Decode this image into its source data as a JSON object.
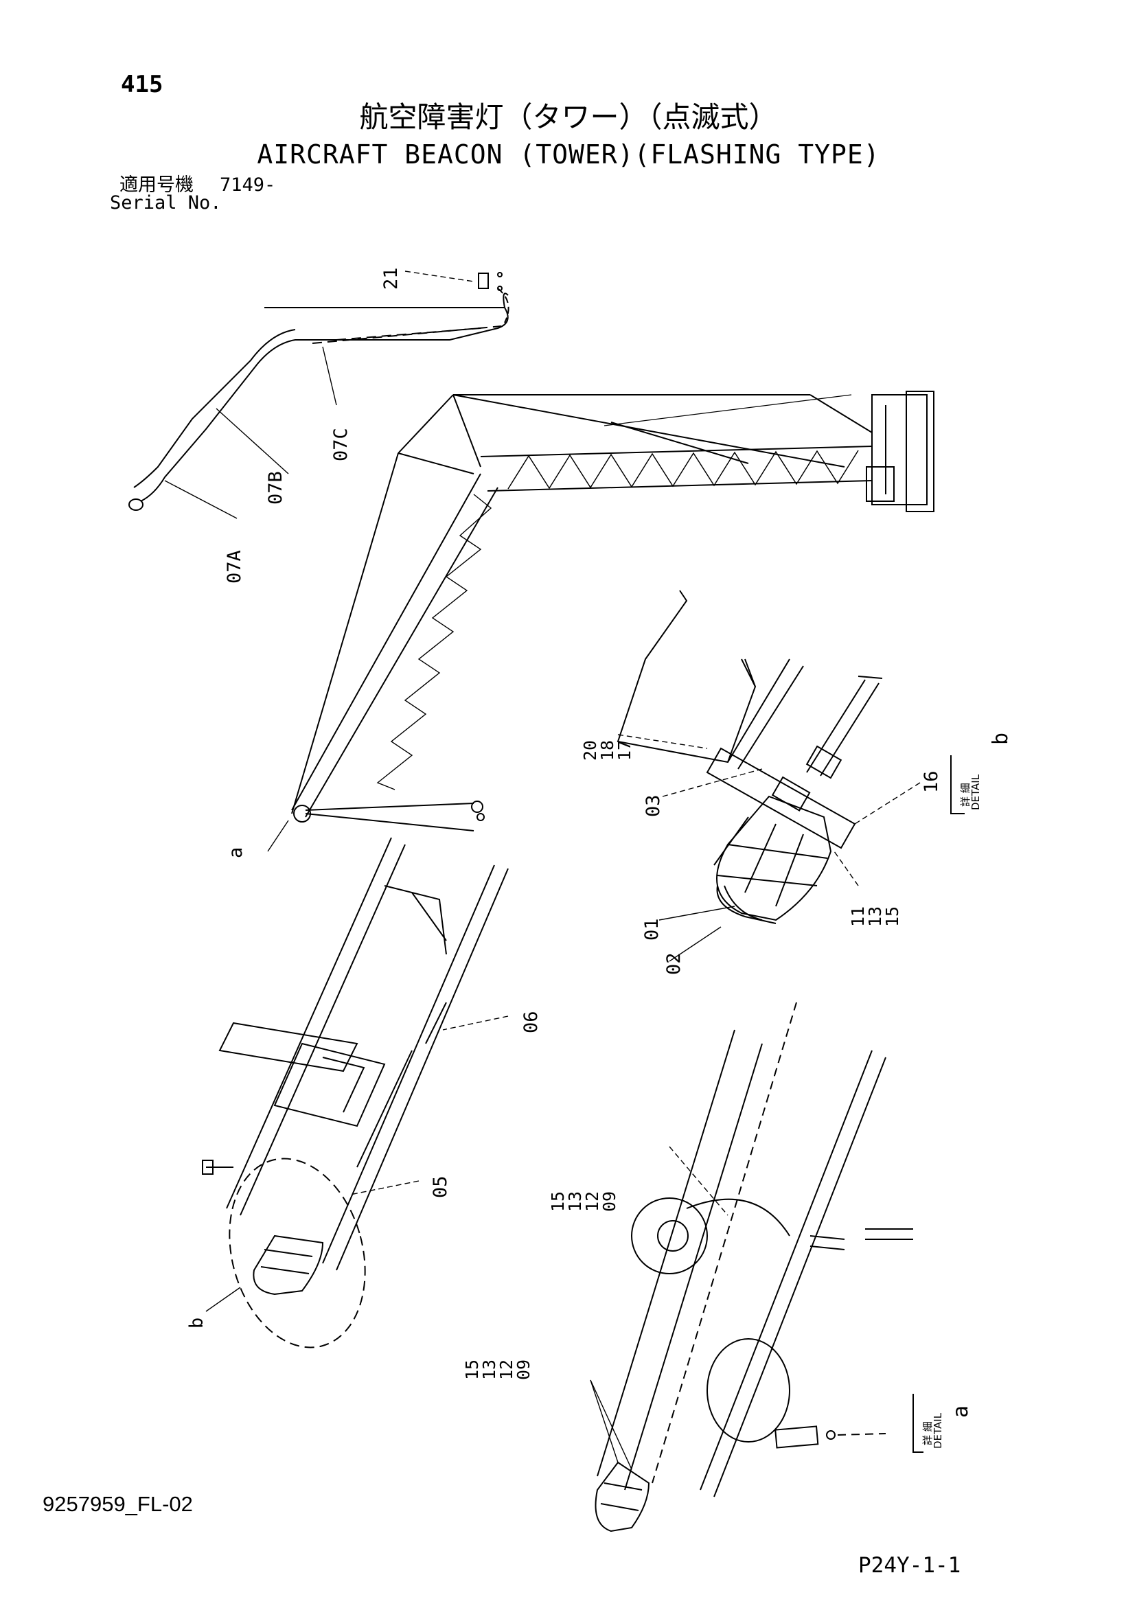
{
  "header": {
    "page_number": "415",
    "title_jp": "航空障害灯（タワー）（点滅式）",
    "title_en": "AIRCRAFT BEACON (TOWER)(FLASHING TYPE)",
    "serial_jp": "適用号機",
    "serial_value": "7149-",
    "serial_en": "Serial No."
  },
  "callouts": {
    "c21": "21",
    "c07C": "07C",
    "c07B": "07B",
    "c07A": "07A",
    "ca1": "a",
    "c20_18_17": "20\n18\n17",
    "c03": "03",
    "c16": "16",
    "c11_13_15": "11\n13\n15",
    "c01": "01",
    "c02": "02",
    "c06": "06",
    "c05": "05",
    "cb1": "b",
    "c15_13_12_09_top": "15\n13\n12\n09",
    "c15_13_12_09_bot": "15\n13\n12\n09"
  },
  "details": {
    "detail_b_letter": "b",
    "detail_a_letter": "a",
    "detail_jp": "詳 細",
    "detail_en": "DETAIL"
  },
  "footer": {
    "doc_code": "9257959_FL-02",
    "page_ref": "P24Y-1-1"
  }
}
